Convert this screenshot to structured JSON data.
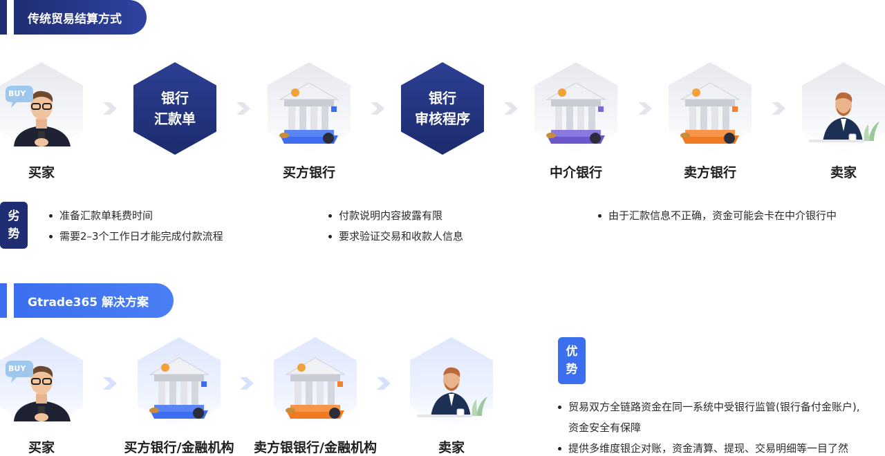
{
  "traditional": {
    "title": "传统贸易结算方式",
    "nodes": {
      "buyer": "买家",
      "remittance": [
        "银行",
        "汇款单"
      ],
      "buyer_bank": "买方银行",
      "review": [
        "银行",
        "审核程序"
      ],
      "intermediary_bank": "中介银行",
      "seller_bank": "卖方银行",
      "seller": "卖家"
    },
    "disadvantage_badge": [
      "劣",
      "势"
    ],
    "disadvantages": {
      "col1": [
        "准备汇款单耗费时间",
        "需要2–3个工作日才能完成付款流程"
      ],
      "col2": [
        "付款说明内容披露有限",
        "要求验证交易和收款人信息"
      ],
      "col3": [
        "由于汇款信息不正确，资金可能会卡在中介银行中"
      ]
    },
    "buy_tag": "BUY"
  },
  "solution": {
    "title": "Gtrade365 解决方案",
    "nodes": {
      "buyer": "买家",
      "buyer_bank": "买方银行/金融机构",
      "seller_bank": "卖方银银行/金融机构",
      "seller": "卖家"
    },
    "advantage_badge": [
      "优",
      "势"
    ],
    "advantages": [
      "贸易双方全链路资金在同一系统中受银行监管(银行备付金账户),",
      "资金安全有保障",
      "提供多维度银企对账，资金清算、提现、交易明细等一目了然"
    ],
    "buy_tag": "BUY"
  },
  "colors": {
    "navy": "#1f2d72",
    "blue": "#3b6ff0",
    "blue_bank": "#3f6df2",
    "purple_bank": "#7b67d6",
    "orange_bank": "#f5812c"
  }
}
